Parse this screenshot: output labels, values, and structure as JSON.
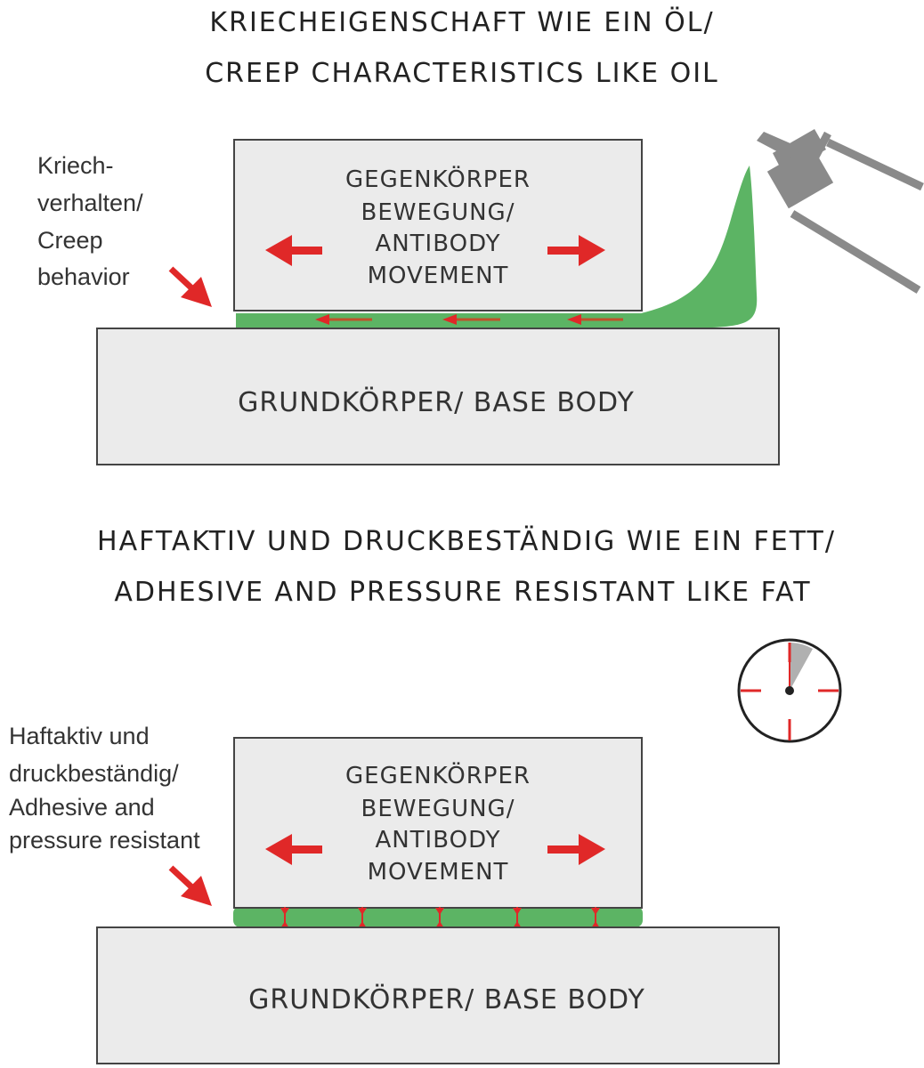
{
  "section_top": {
    "title_line1": "KRIECHEIGENSCHAFT WIE EIN ÖL/",
    "title_line2": "CREEP CHARACTERISTICS LIKE OIL",
    "side_label": [
      "Kriech-",
      "verhalten/",
      "Creep",
      "behavior"
    ],
    "counter_body": [
      "GEGENKÖRPER",
      "BEWEGUNG/",
      "ANTIBODY",
      "MOVEMENT"
    ],
    "base_body": "GRUNDKÖRPER/ BASE BODY"
  },
  "section_bottom": {
    "title_line1": "HAFTAKTIV UND DRUCKBESTÄNDIG WIE EIN FETT/",
    "title_line2": "ADHESIVE AND PRESSURE RESISTANT LIKE FAT",
    "side_label": [
      "Haftaktiv und",
      "druckbeständig/",
      "Adhesive and",
      "pressure resistant"
    ],
    "counter_body": [
      "GEGENKÖRPER",
      "BEWEGUNG/",
      "ANTIBODY",
      "MOVEMENT"
    ],
    "base_body": "GRUNDKÖRPER/ BASE BODY"
  },
  "icons": {
    "top": "spray-can-icon",
    "bottom": "clock-icon"
  },
  "colors": {
    "box_fill": "#ebebeb",
    "box_stroke": "#444444",
    "lubricant_green": "#5cb464",
    "arrow_red": "#e02828",
    "flow_arrow_brown": "#c0502a",
    "spray_gray": "#8a8a8a"
  }
}
